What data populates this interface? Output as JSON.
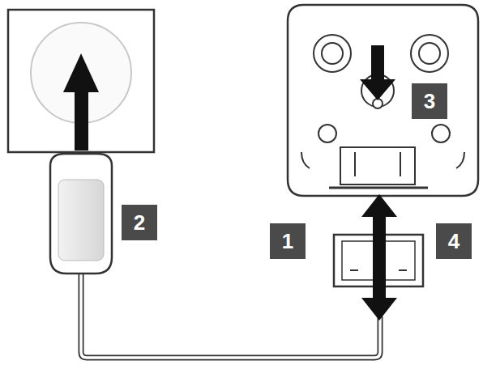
{
  "diagram": {
    "labels": [
      "3",
      "2",
      "1",
      "4"
    ]
  }
}
